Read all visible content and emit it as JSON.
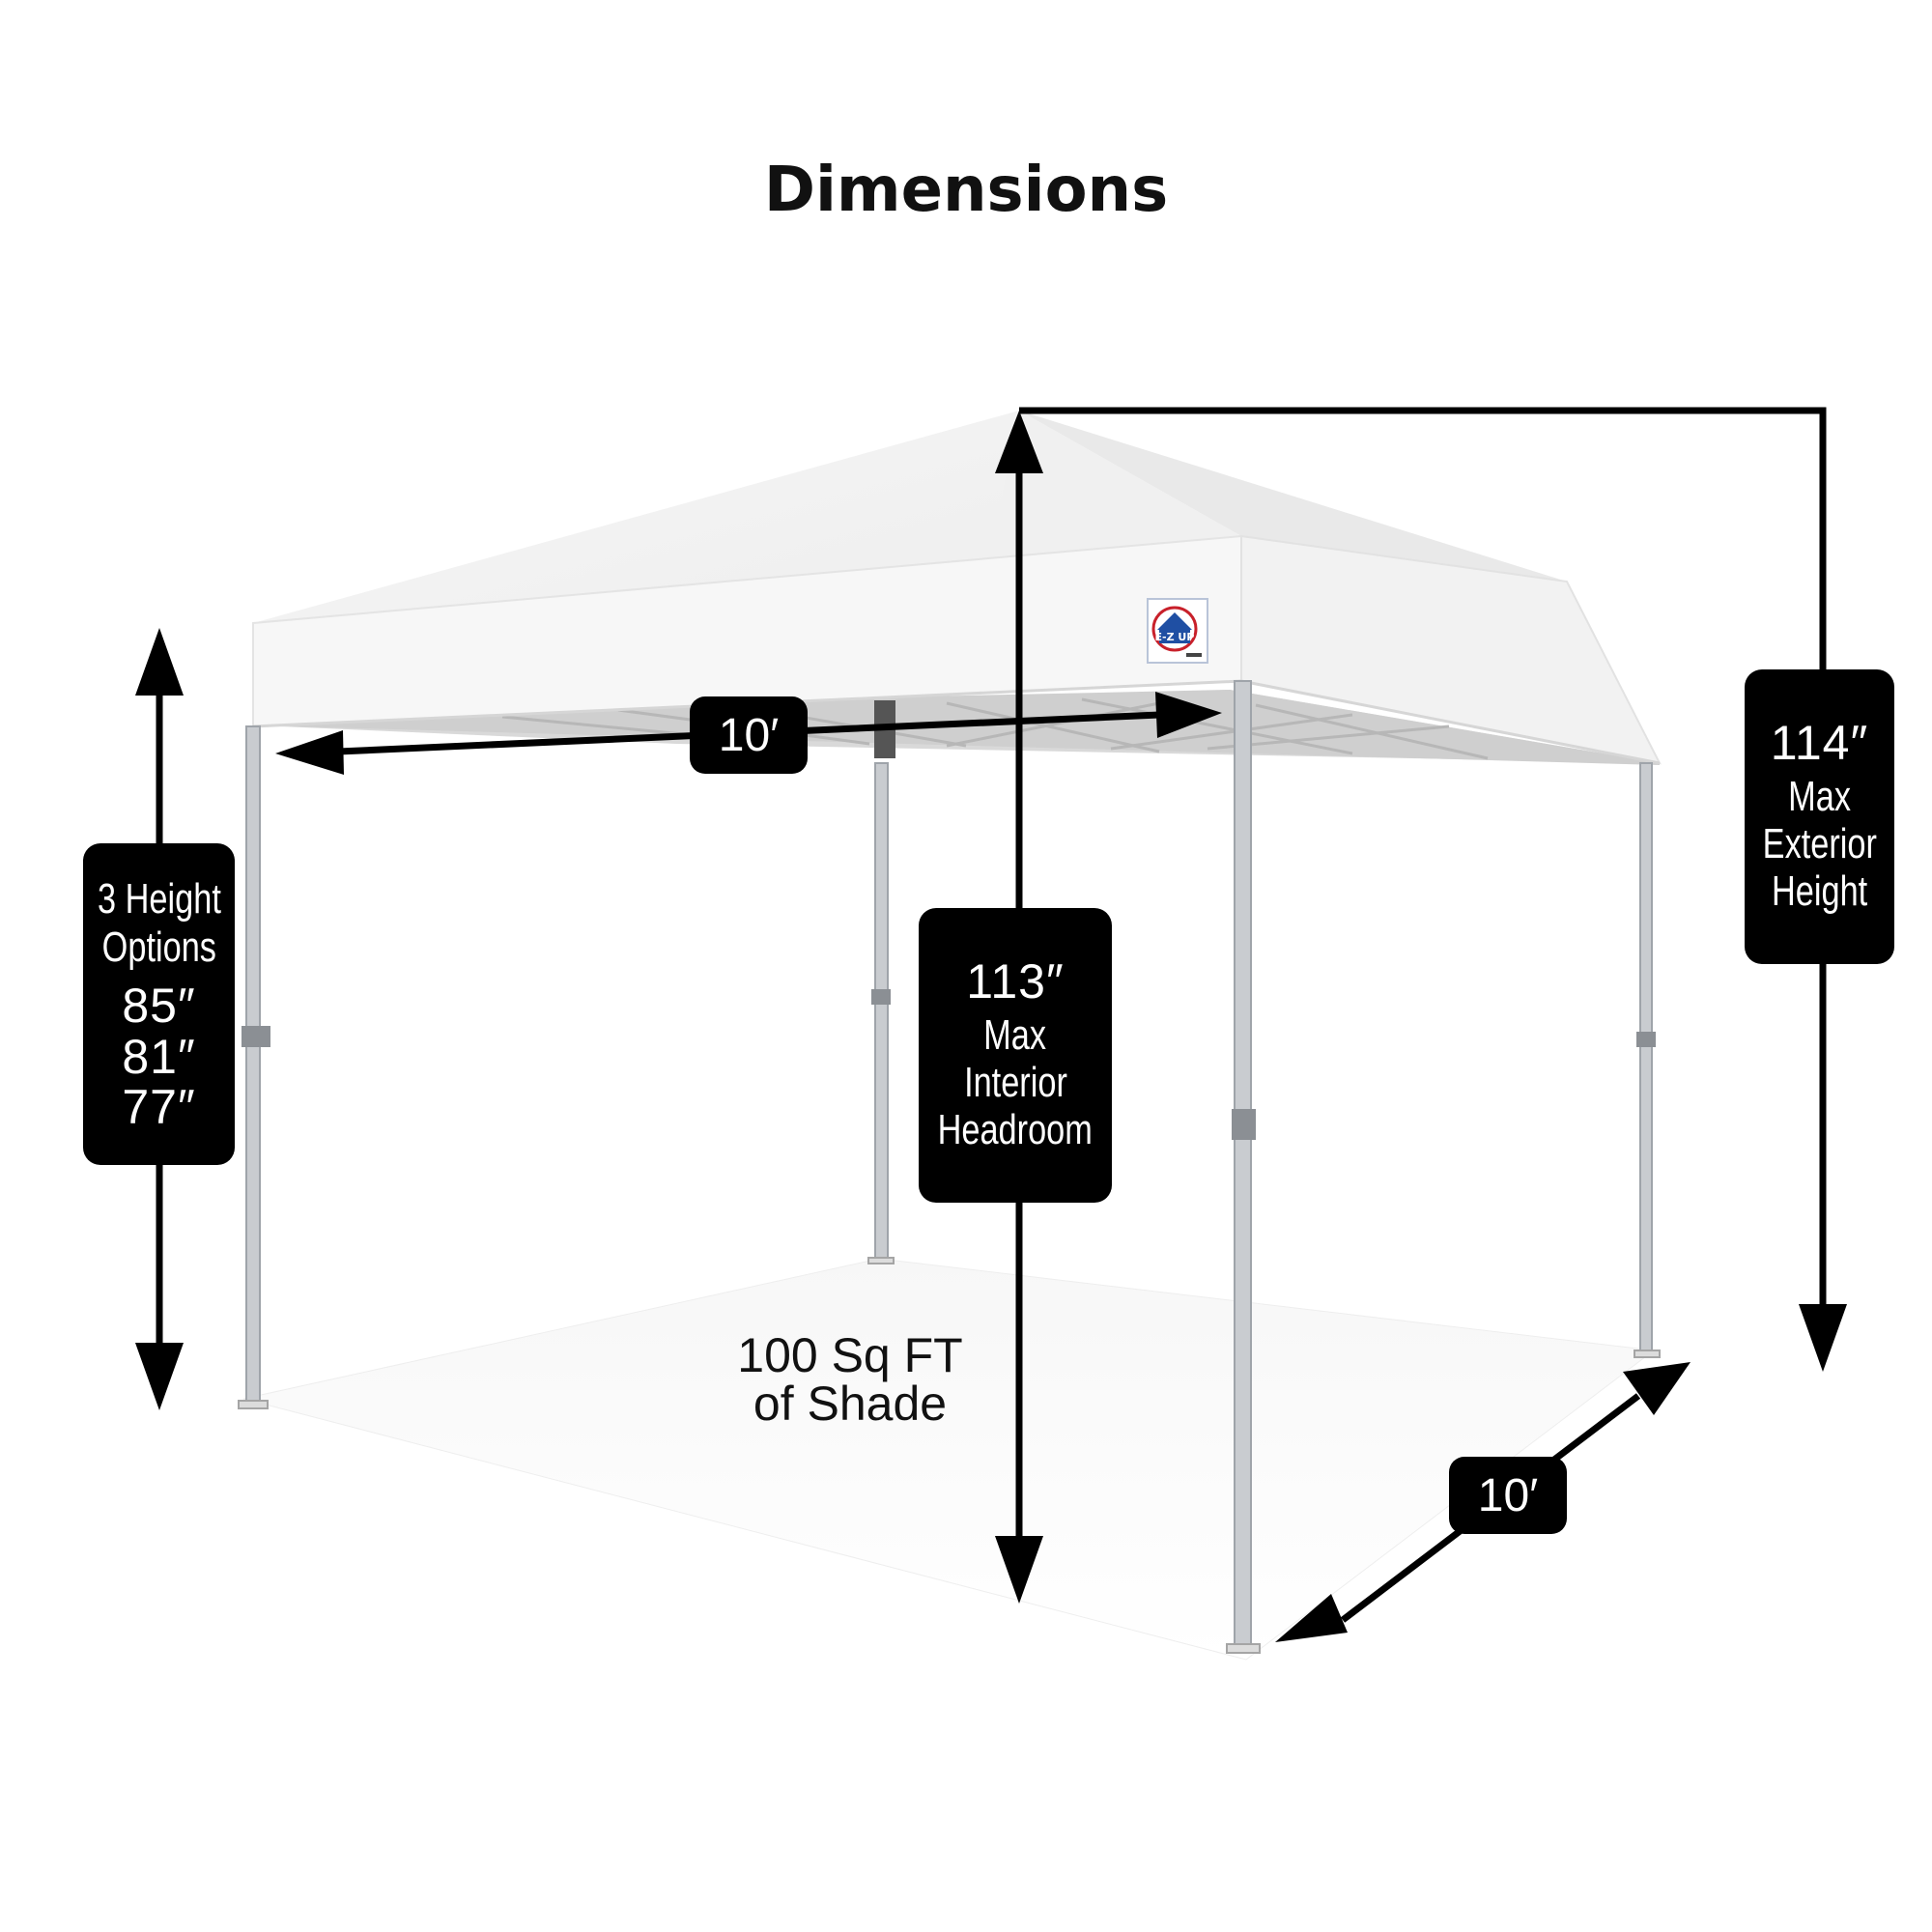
{
  "title": "Dimensions",
  "colors": {
    "badge_bg": "#000000",
    "badge_text": "#ffffff",
    "canopy": "#f4f4f4",
    "frame": "#c9ccd0",
    "logo_blue": "#1f4fa3",
    "logo_red": "#c8202a"
  },
  "logo": {
    "text": "E-Z UP",
    "icon": "ez-up-logo-icon"
  },
  "height_options": {
    "line1": "3 Height",
    "line2": "Options",
    "values": [
      "85″",
      "81″",
      "77″"
    ]
  },
  "interior": {
    "value": "113″",
    "line1": "Max",
    "line2": "Interior",
    "line3": "Headroom"
  },
  "exterior": {
    "value": "114″",
    "line1": "Max",
    "line2": "Exterior",
    "line3": "Height"
  },
  "width_label": "10′",
  "depth_label": "10′",
  "shade": {
    "line1": "100 Sq FT",
    "line2": "of Shade"
  }
}
